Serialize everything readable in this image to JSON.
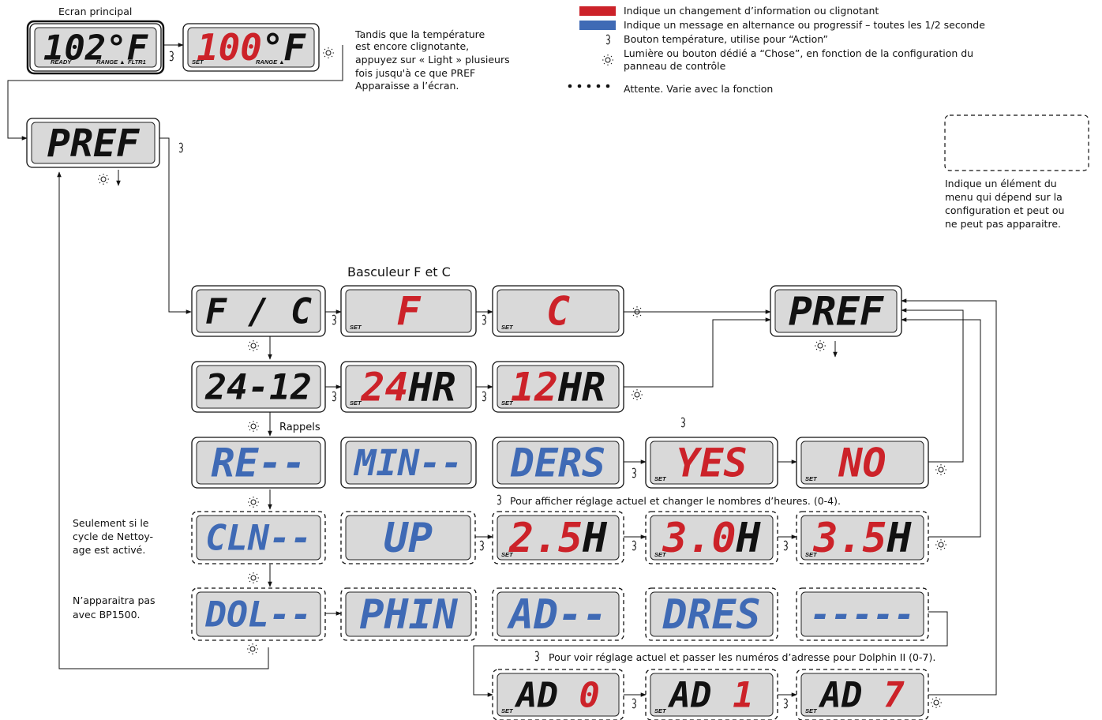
{
  "colors": {
    "changing": "#cc2229",
    "alternating": "#3f6ab5",
    "normal": "#111111",
    "lcd_bg": "#d9d9d9"
  },
  "legend": {
    "red": "Indique un changement d’information ou clignotant",
    "blue": "Indique un message en alternance ou progressif – toutes les 1/2 seconde",
    "temp_button": "Bouton température, utilise pour “Action”",
    "light_button_1": "Lumière ou bouton dédié a “Chose”, en fonction de la configuration du",
    "light_button_2": "panneau de contrôle",
    "wait": "Attente. Varie avec la fonction"
  },
  "dashed_note": [
    "Indique un élément du",
    "menu qui dépend sur la",
    "configuration et peut ou",
    "ne peut pas apparaitre."
  ],
  "labels": {
    "main_screen": "Ecran principal",
    "instruction": [
      "Tandis que la température",
      "est encore clignotante,",
      "appuyez sur « Light » plusieurs",
      "fois jusqu'à ce que PREF",
      "Apparaisse a l’écran."
    ],
    "toggle": "Basculeur F et C",
    "reminders": "Rappels",
    "clean_note": [
      "Seulement si le",
      "cycle de Nettoy-",
      "age est activé."
    ],
    "dolphin_note": [
      "N’apparaitra pas",
      "avec BP1500."
    ],
    "clean_hint": "Pour afficher réglage actuel et changer le nombres d’heures. (0-4).",
    "address_hint": "Pour  voir réglage actuel et passer les numéros d’adresse pour Dolphin II (0-7)."
  },
  "indicators": {
    "ready": "READY",
    "range": "RANGE",
    "filter": "FLTR1",
    "set": "SET"
  },
  "displays": [
    {
      "id": "main",
      "parts": [
        {
          "t": "102",
          "c": "normal"
        },
        {
          "t": "°F",
          "c": "normal"
        }
      ]
    },
    {
      "id": "set-temp",
      "parts": [
        {
          "t": "100",
          "c": "changing"
        },
        {
          "t": "°F",
          "c": "normal"
        }
      ]
    },
    {
      "id": "pref-top",
      "parts": [
        {
          "t": "PREF",
          "c": "normal"
        }
      ]
    },
    {
      "id": "fc",
      "parts": [
        {
          "t": "F / C",
          "c": "normal"
        }
      ]
    },
    {
      "id": "f",
      "parts": [
        {
          "t": "F",
          "c": "changing"
        }
      ]
    },
    {
      "id": "c",
      "parts": [
        {
          "t": "C",
          "c": "changing"
        }
      ]
    },
    {
      "id": "pref-right",
      "parts": [
        {
          "t": "PREF",
          "c": "normal"
        }
      ]
    },
    {
      "id": "2412",
      "parts": [
        {
          "t": "24-12",
          "c": "normal"
        }
      ]
    },
    {
      "id": "24hr",
      "parts": [
        {
          "t": "24",
          "c": "changing"
        },
        {
          "t": "HR",
          "c": "normal"
        }
      ]
    },
    {
      "id": "12hr",
      "parts": [
        {
          "t": "12",
          "c": "changing"
        },
        {
          "t": "HR",
          "c": "normal"
        }
      ]
    },
    {
      "id": "re",
      "parts": [
        {
          "t": "RE--",
          "c": "alternating"
        }
      ]
    },
    {
      "id": "min",
      "parts": [
        {
          "t": "MIN--",
          "c": "alternating"
        }
      ]
    },
    {
      "id": "ders",
      "parts": [
        {
          "t": "DERS",
          "c": "alternating"
        }
      ]
    },
    {
      "id": "yes",
      "parts": [
        {
          "t": "YES",
          "c": "changing"
        }
      ]
    },
    {
      "id": "no",
      "parts": [
        {
          "t": "NO",
          "c": "changing"
        }
      ]
    },
    {
      "id": "cln",
      "parts": [
        {
          "t": "CLN--",
          "c": "alternating"
        }
      ]
    },
    {
      "id": "up",
      "parts": [
        {
          "t": "UP",
          "c": "alternating"
        }
      ]
    },
    {
      "id": "25h",
      "parts": [
        {
          "t": "2.5",
          "c": "changing"
        },
        {
          "t": "H",
          "c": "normal"
        }
      ]
    },
    {
      "id": "30h",
      "parts": [
        {
          "t": "3.0",
          "c": "changing"
        },
        {
          "t": "H",
          "c": "normal"
        }
      ]
    },
    {
      "id": "35h",
      "parts": [
        {
          "t": "3.5",
          "c": "changing"
        },
        {
          "t": "H",
          "c": "normal"
        }
      ]
    },
    {
      "id": "dol",
      "parts": [
        {
          "t": "DOL--",
          "c": "alternating"
        }
      ]
    },
    {
      "id": "phin",
      "parts": [
        {
          "t": "PHIN",
          "c": "alternating"
        }
      ]
    },
    {
      "id": "ad",
      "parts": [
        {
          "t": "AD--",
          "c": "alternating"
        }
      ]
    },
    {
      "id": "dres",
      "parts": [
        {
          "t": "DRES",
          "c": "alternating"
        }
      ]
    },
    {
      "id": "dashes",
      "parts": [
        {
          "t": "-----",
          "c": "alternating"
        }
      ]
    },
    {
      "id": "ad0",
      "parts": [
        {
          "t": "AD  ",
          "c": "normal"
        },
        {
          "t": "0",
          "c": "changing"
        }
      ]
    },
    {
      "id": "ad1",
      "parts": [
        {
          "t": "AD  ",
          "c": "normal"
        },
        {
          "t": "1",
          "c": "changing"
        }
      ]
    },
    {
      "id": "ad7",
      "parts": [
        {
          "t": "AD  ",
          "c": "normal"
        },
        {
          "t": "7",
          "c": "changing"
        }
      ]
    }
  ],
  "icons": {
    "temp": "temp-button-icon",
    "light": "light-button-icon",
    "wait": "wait-dots-icon"
  }
}
